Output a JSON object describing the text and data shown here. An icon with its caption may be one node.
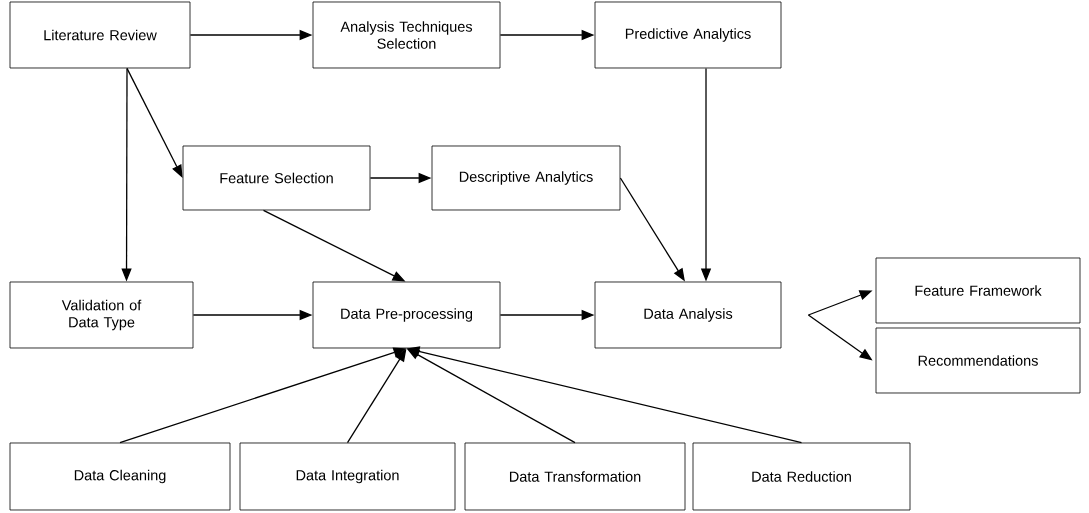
{
  "diagram": {
    "nodes": [
      {
        "text": [
          "Literature Review"
        ]
      },
      {
        "text": [
          "Analysis Techniques Selection"
        ]
      },
      {
        "text": [
          "Predictive Analytics"
        ]
      },
      {
        "text": [
          "Feature Selection"
        ]
      },
      {
        "text": [
          "Descriptive Analytics"
        ]
      },
      {
        "text": [
          "Validation of Data Type"
        ]
      },
      {
        "text": [
          "Data Pre-processing"
        ]
      },
      {
        "text": [
          "Data Analysis"
        ]
      },
      {
        "text": [
          "Feature Framework"
        ]
      },
      {
        "text": [
          "Recommendations"
        ]
      },
      {
        "text": [
          "Data Cleaning"
        ]
      },
      {
        "text": [
          "Data Integration"
        ]
      },
      {
        "text": [
          "Data Transformation"
        ]
      },
      {
        "text": [
          "Data Reduction"
        ]
      }
    ],
    "edges": [
      {
        "from": 0,
        "to": 1,
        "arrow": "to"
      },
      {
        "from": 1,
        "to": 2,
        "arrow": "to"
      },
      {
        "from": 0,
        "to": 3,
        "arrow": "to"
      },
      {
        "from": 0,
        "to": 5,
        "arrow": "to"
      },
      {
        "from": 3,
        "to": 4,
        "arrow": "to"
      },
      {
        "from": 3,
        "to": 6,
        "arrow": "to"
      },
      {
        "from": 4,
        "to": 7,
        "arrow": "to"
      },
      {
        "from": 2,
        "to": 7,
        "arrow": "to"
      },
      {
        "from": 5,
        "to": 6,
        "arrow": "to"
      },
      {
        "from": 6,
        "to": 7,
        "arrow": "to"
      },
      {
        "from": 7,
        "to": 8,
        "arrow": "to"
      },
      {
        "from": 7,
        "to": 9,
        "arrow": "to"
      },
      {
        "from": 10,
        "to": 6,
        "arrow": "to"
      },
      {
        "from": 11,
        "to": 6,
        "arrow": "to"
      },
      {
        "from": 12,
        "to": 6,
        "arrow": "to"
      },
      {
        "from": 13,
        "to": 6,
        "arrow": "to"
      }
    ]
  }
}
